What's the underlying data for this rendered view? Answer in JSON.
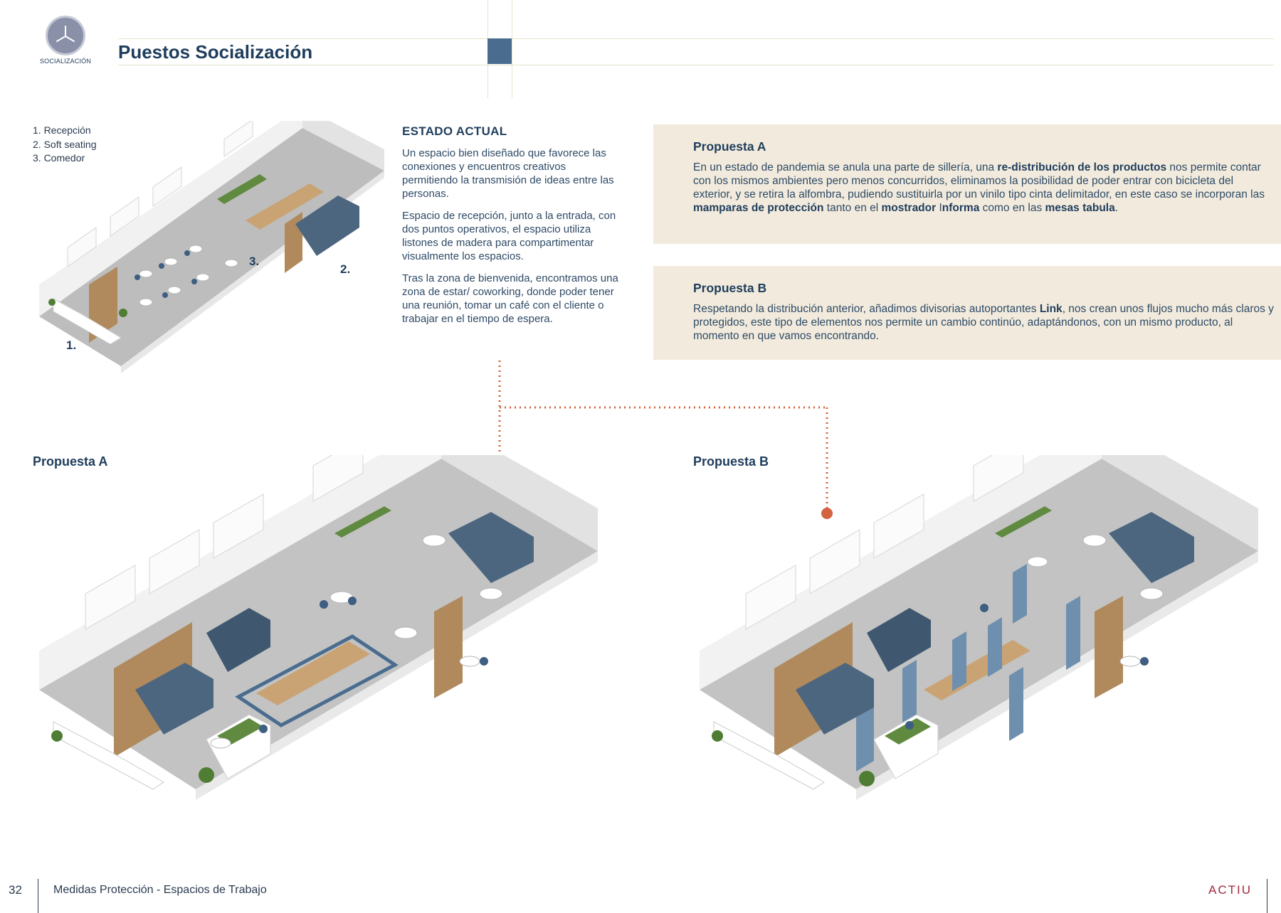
{
  "header": {
    "logo_caption": "SOCIALIZACIÓN",
    "title": "Puestos Socialización"
  },
  "legend": [
    "1. Recepción",
    "2. Soft seating",
    "3. Comedor"
  ],
  "plan_markers": [
    "1.",
    "2.",
    "3."
  ],
  "estado_actual": {
    "heading": "ESTADO ACTUAL",
    "paragraphs": [
      "Un espacio bien diseñado que favorece las conexiones y encuentros creativos permitiendo la transmisión de ideas entre las personas.",
      "Espacio de recepción, junto a la entrada, con dos puntos operativos, el espacio utiliza listones de madera para compartimentar visualmente los espacios.",
      "Tras la zona de bienvenida, encontramos una zona de estar/ coworking, donde poder tener una reunión, tomar un café con el cliente o trabajar en el tiempo de espera."
    ]
  },
  "propuesta_a_box": {
    "heading": "Propuesta A",
    "text_parts": [
      {
        "t": "En un estado de pandemia se anula una parte de sillería, una "
      },
      {
        "t": "re-distribución de los productos",
        "b": true
      },
      {
        "t": " nos permite contar con los mismos ambientes pero menos concurridos, eliminamos la posibilidad de poder entrar con bicicleta del exterior, y se retira la alfombra, pudiendo sustituirla por un vinilo tipo cinta delimitador, en este caso se incorporan las "
      },
      {
        "t": "mamparas de protección",
        "b": true
      },
      {
        "t": " tanto en el "
      },
      {
        "t": "mostrador",
        "b": true
      },
      {
        "t": " I"
      },
      {
        "t": "nforma",
        "b": true
      },
      {
        "t": " como en las "
      },
      {
        "t": "mesas tabula",
        "b": true
      },
      {
        "t": "."
      }
    ]
  },
  "propuesta_b_box": {
    "heading": "Propuesta B",
    "text_parts": [
      {
        "t": "Respetando la distribución anterior, añadimos divisorias autoportantes "
      },
      {
        "t": "Link",
        "b": true
      },
      {
        "t": ", nos crean unos flujos mucho más claros y protegidos, este tipo de elementos nos permite un cambio continúo, adaptándonos, con un mismo producto, al momento en que vamos encontrando."
      }
    ]
  },
  "section_labels": {
    "a": "Propuesta A",
    "b": "Propuesta B"
  },
  "footer": {
    "page_number": "32",
    "doc_title": "Medidas Protección - Espacios de Trabajo",
    "brand": "ACTIU"
  },
  "colors": {
    "navy": "#1f3d5c",
    "accent_orange": "#d2643f",
    "box_beige": "#f2ebdd",
    "brand_red": "#a3283c"
  }
}
